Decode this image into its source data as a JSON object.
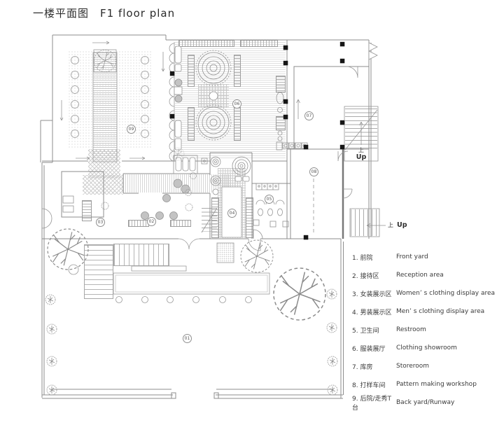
{
  "title": {
    "zh": "一楼平面图",
    "en": "F1 floor plan"
  },
  "plan": {
    "up": {
      "zh": "上",
      "en": "Up"
    },
    "room_labels": [
      "01",
      "02",
      "03",
      "04",
      "05",
      "06",
      "07",
      "08",
      "09"
    ]
  },
  "legend": {
    "items": [
      {
        "label": "1. 前院",
        "en": "Front yard"
      },
      {
        "label": "2. 接待区",
        "en": "Reception area"
      },
      {
        "label": "3. 女装展示区",
        "en": "Women’ s clothing display area"
      },
      {
        "label": "4. 男装展示区",
        "en": "Men’ s clothing display area"
      },
      {
        "label": "5. 卫生间",
        "en": "Restroom"
      },
      {
        "label": "6. 服装展厅",
        "en": "Clothing showroom"
      },
      {
        "label": "7. 库房",
        "en": "Storeroom"
      },
      {
        "label": "8. 打样车间",
        "en": "Pattern making workshop"
      },
      {
        "label": "9. 后院/走秀T台",
        "en": "Back yard/Runway"
      }
    ]
  },
  "colors": {
    "background": "#ffffff",
    "line": "#8c8c8c",
    "column": "#161616",
    "furniture_gray": "#c3c3c3"
  }
}
